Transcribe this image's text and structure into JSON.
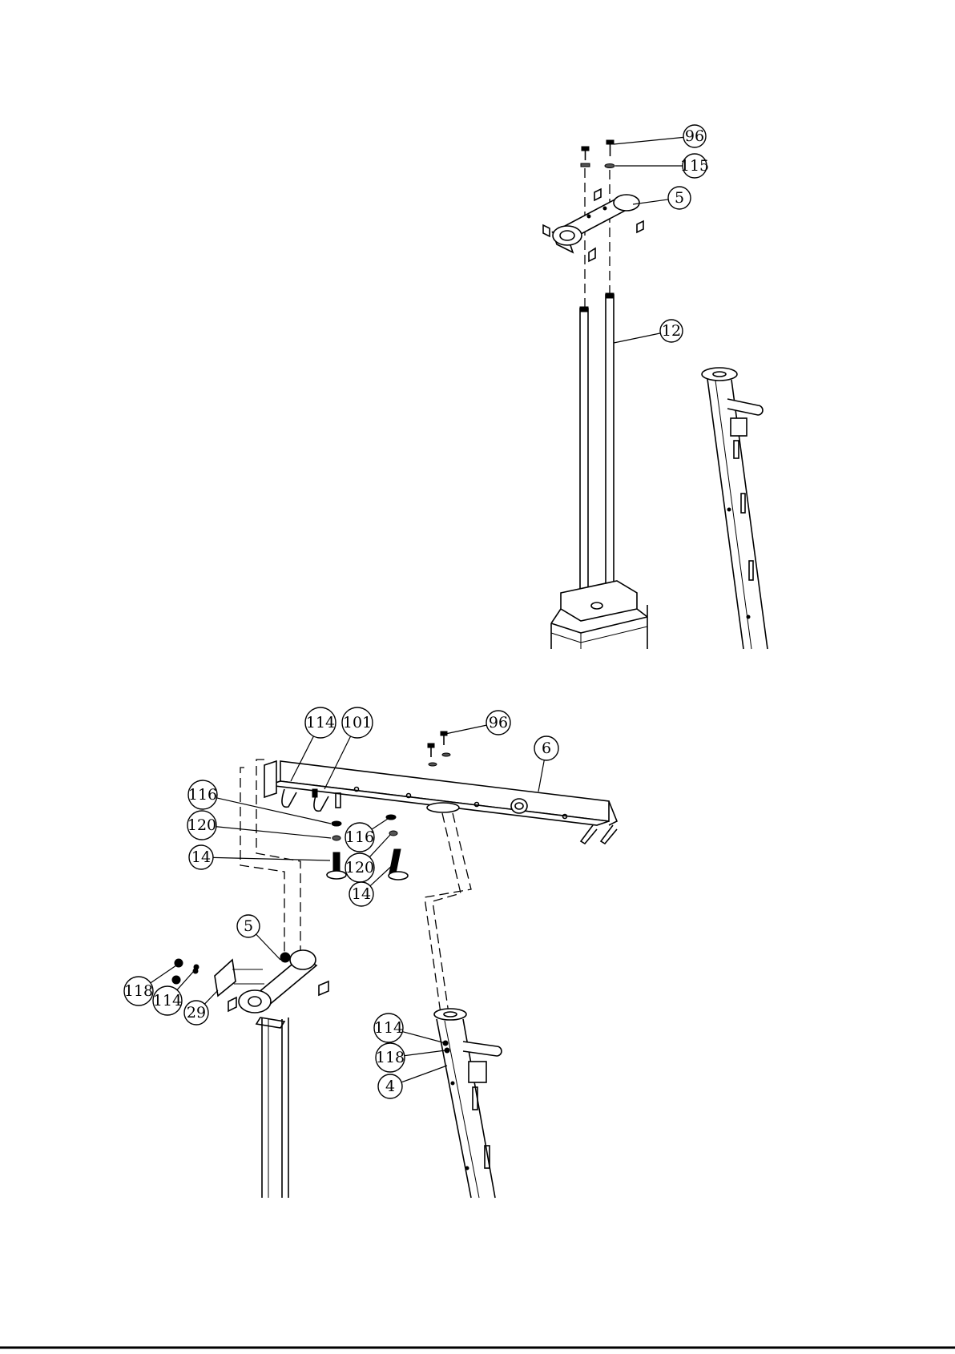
{
  "diagram": {
    "top_callouts": [
      {
        "id": "c-96-top",
        "label": "96"
      },
      {
        "id": "c-115",
        "label": "115"
      },
      {
        "id": "c-5-top",
        "label": "5"
      },
      {
        "id": "c-12",
        "label": "12"
      }
    ],
    "bottom_callouts": [
      {
        "id": "c-114-a",
        "label": "114"
      },
      {
        "id": "c-101",
        "label": "101"
      },
      {
        "id": "c-96-bottom",
        "label": "96"
      },
      {
        "id": "c-6",
        "label": "6"
      },
      {
        "id": "c-116-a",
        "label": "116"
      },
      {
        "id": "c-120-a",
        "label": "120"
      },
      {
        "id": "c-14-a",
        "label": "14"
      },
      {
        "id": "c-116-b",
        "label": "116"
      },
      {
        "id": "c-120-b",
        "label": "120"
      },
      {
        "id": "c-14-b",
        "label": "14"
      },
      {
        "id": "c-5-bottom",
        "label": "5"
      },
      {
        "id": "c-118-a",
        "label": "118"
      },
      {
        "id": "c-114-b",
        "label": "114"
      },
      {
        "id": "c-29",
        "label": "29"
      },
      {
        "id": "c-114-c",
        "label": "114"
      },
      {
        "id": "c-118-b",
        "label": "118"
      },
      {
        "id": "c-4",
        "label": "4"
      }
    ]
  }
}
